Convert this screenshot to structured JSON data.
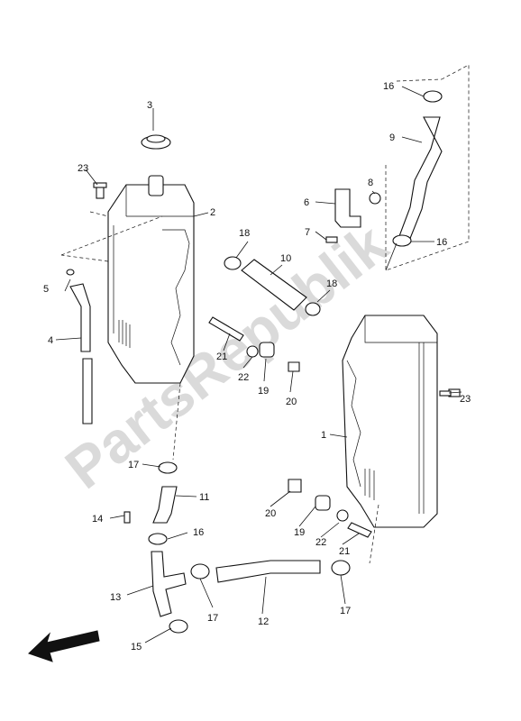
{
  "diagram": {
    "watermark": "PartsRepublik",
    "callouts": {
      "c1": "1",
      "c2": "2",
      "c3": "3",
      "c4": "4",
      "c5": "5",
      "c6": "6",
      "c7": "7",
      "c8": "8",
      "c9": "9",
      "c10": "10",
      "c11": "11",
      "c12": "12",
      "c13": "13",
      "c14": "14",
      "c15": "15",
      "c16a": "16",
      "c16b": "16",
      "c16c": "16",
      "c17a": "17",
      "c17b": "17",
      "c17c": "17",
      "c18a": "18",
      "c18b": "18",
      "c19a": "19",
      "c19b": "19",
      "c20a": "20",
      "c20b": "20",
      "c21a": "21",
      "c21b": "21",
      "c22a": "22",
      "c22b": "22",
      "c23a": "23",
      "c23b": "23"
    },
    "icons": {
      "direction": "front-arrow-icon"
    }
  }
}
